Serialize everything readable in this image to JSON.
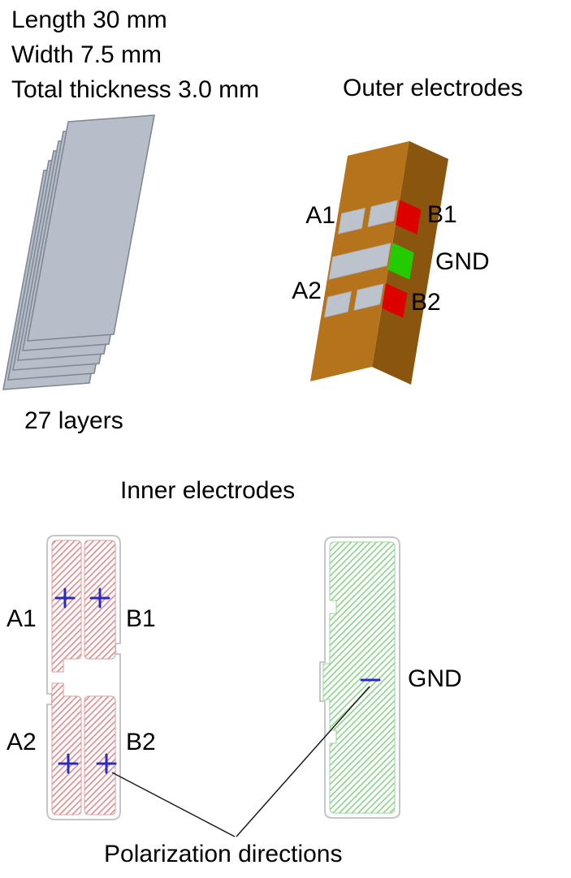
{
  "figure": {
    "specs": [
      "Length 30 mm",
      "Width 7.5 mm",
      "Total thickness 3.0 mm"
    ],
    "layers_label": "27 layers",
    "outer_title": "Outer electrodes",
    "inner_title": "Inner electrodes",
    "polarization_label": "Polarization directions"
  },
  "outer_electrodes": {
    "a1": "A1",
    "b1": "B1",
    "gnd": "GND",
    "a2": "A2",
    "b2": "B2"
  },
  "inner_electrodes": {
    "a1": "A1",
    "b1": "B1",
    "a2": "A2",
    "b2": "B2",
    "gnd": "GND"
  },
  "icons": {
    "plus_marks": "polarization-plus-icon",
    "minus_mark": "polarization-minus-icon"
  },
  "colors": {
    "layer_fill": "#b7bec9",
    "bar_front": "#b5731c",
    "bar_top": "#c8871f",
    "bar_side": "#8a560f",
    "electrode_pad": "#bdc3cd",
    "red": "#dd0000",
    "green": "#22cc00",
    "hatch_pink": "#e09090",
    "hatch_green": "#8fd48f",
    "blue": "#2929c8"
  }
}
